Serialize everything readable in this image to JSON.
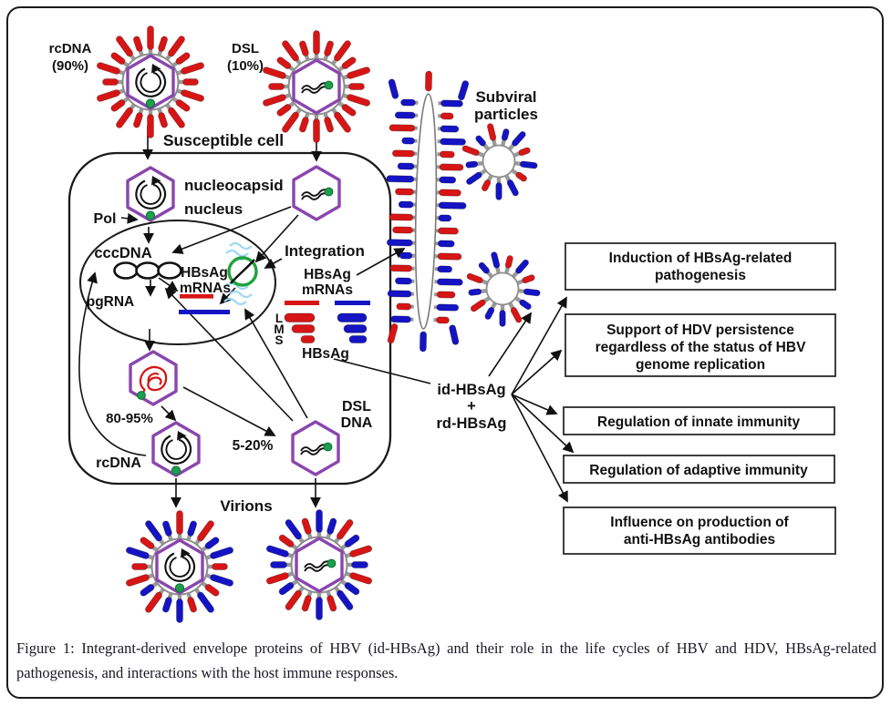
{
  "figure_caption": {
    "prefix": "Figure 1:",
    "text": " Integrant-derived envelope proteins of HBV (id-HBsAg) and their role in the life cycles of HBV and HDV, HBsAg-related pathogenesis, and interactions with the host immune responses."
  },
  "labels": {
    "top": {
      "rcdna_1": "rcDNA",
      "rcdna_2": "(90%)",
      "dsl_1": "DSL",
      "dsl_2": "(10%)",
      "susceptible_cell": "Susceptible cell"
    },
    "cell": {
      "nucleocapsid": "nucleocapsid",
      "nucleus": "nucleus",
      "pol": "Pol",
      "cccdna": "cccDNA",
      "hbsag_a": "HBsAg",
      "mrnas_a": "mRNAs",
      "pgrna": "pgRNA",
      "integration": "Integration",
      "pct_80_95": "80-95%",
      "pct_5_20": "5-20%",
      "rcdna": "rcDNA",
      "dsl_1": "DSL",
      "dsl_2": "DNA"
    },
    "proteins": {
      "hbsag_b": "HBsAg",
      "mrnas_b": "mRNAs",
      "l": "L",
      "m": "M",
      "s": "S",
      "hbsag_c": "HBsAg"
    },
    "secretion": {
      "virions": "Virions",
      "subviral_1": "Subviral",
      "subviral_2": "particles",
      "id_hbsag": "id-HBsAg",
      "plus": "+",
      "rd_hbsag": "rd-HBsAg"
    }
  },
  "outcome_boxes": [
    {
      "lines": [
        "Induction of HBsAg-related",
        "pathogenesis"
      ]
    },
    {
      "lines": [
        "Support of HDV persistence",
        "regardless of the status of HBV",
        "genome replication"
      ]
    },
    {
      "lines": [
        "Regulation of innate immunity"
      ]
    },
    {
      "lines": [
        "Regulation of adaptive immunity"
      ]
    },
    {
      "lines": [
        "Influence on production of",
        "anti-HBsAg antibodies"
      ]
    }
  ],
  "colors": {
    "spike_red": "#d81515",
    "spike_blue": "#1414c4",
    "capsid_purple": "#8a46ad",
    "genome_green": "#1ca04e",
    "integration_green": "#1fa23c",
    "chromatin_cyan": "#9ad9f2",
    "ink": "#111111",
    "caption": "#191926"
  }
}
